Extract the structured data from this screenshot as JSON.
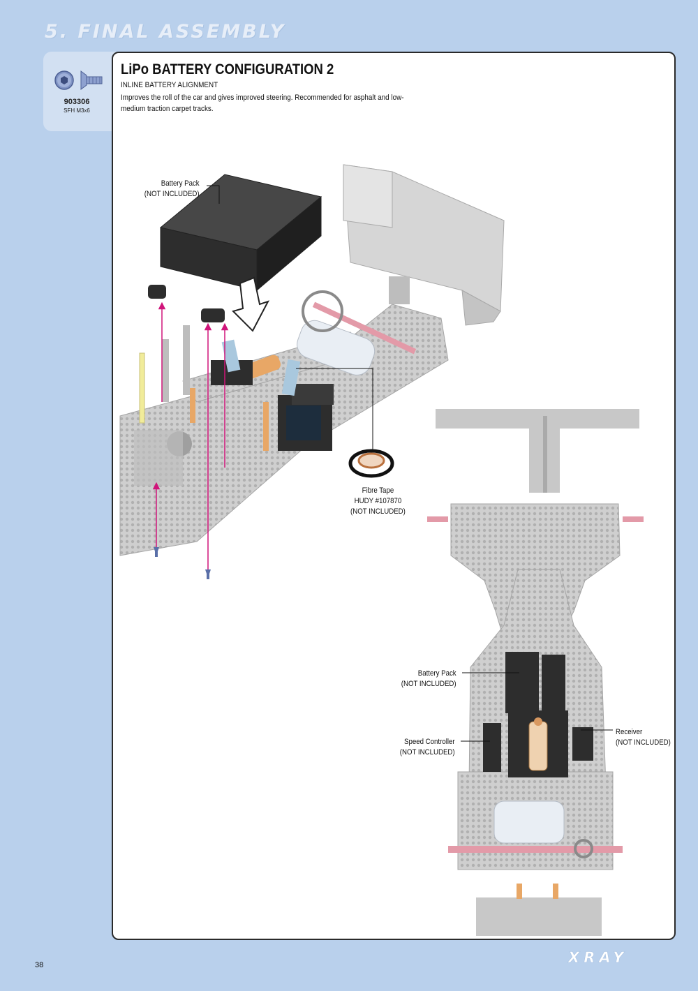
{
  "section": {
    "title": "5. FINAL ASSEMBLY"
  },
  "part": {
    "number": "903306",
    "description": "SFH M3x6",
    "icons": [
      "screw-head-icon",
      "flat-head-screw-icon"
    ]
  },
  "step": {
    "title": "LiPo BATTERY CONFIGURATION 2",
    "subtitle": "INLINE BATTERY ALIGNMENT",
    "description": "Improves the roll of the car and gives improved steering. Recommended for asphalt and low-medium traction carpet tracks."
  },
  "labels": {
    "battery_top": {
      "line1": "Battery Pack",
      "line2": "(NOT INCLUDED)"
    },
    "fibre_tape": {
      "line1": "Fibre Tape",
      "line2": "HUDY #107870",
      "line3": "(NOT INCLUDED)"
    },
    "battery_bottom": {
      "line1": "Battery Pack",
      "line2": "(NOT INCLUDED)"
    },
    "speed_controller": {
      "line1": "Speed Controller",
      "line2": "(NOT INCLUDED)"
    },
    "receiver": {
      "line1": "Receiver",
      "line2": "(NOT INCLUDED)"
    }
  },
  "colors": {
    "background": "#b9d0ec",
    "arrow": "#d0147a",
    "component": "#3a3a3a",
    "chassis": "#c9c9c9"
  },
  "page": {
    "number": "38"
  },
  "brand": {
    "logo_text": "XRAY"
  }
}
